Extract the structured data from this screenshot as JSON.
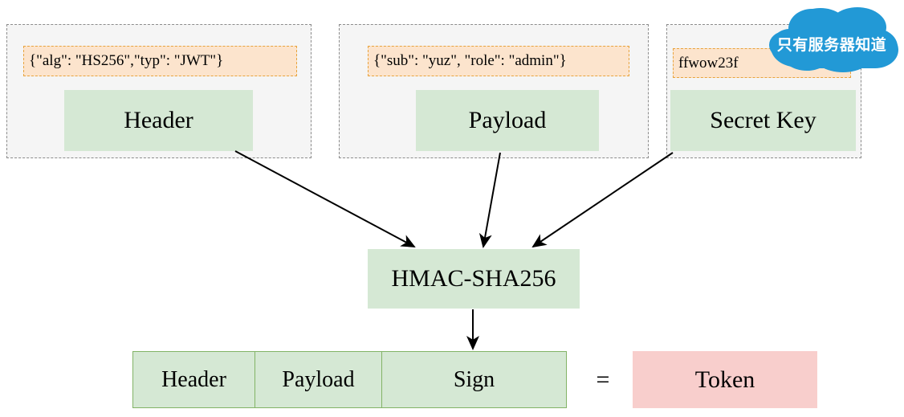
{
  "diagram": {
    "title": "JWT token generation flow",
    "colors": {
      "green_fill": "#d5e8d4",
      "green_stroke": "#82b366",
      "orange_fill": "#fce4cd",
      "orange_stroke": "#e8a33d",
      "pink_fill": "#f8cecc",
      "group_fill": "#f5f5f5",
      "group_stroke": "#8c8c8c",
      "cloud_fill": "#2299d6",
      "arrow_color": "#000000"
    },
    "groups": [
      {
        "name": "header-group",
        "json_text": "{\"alg\": \"HS256\",\"typ\": \"JWT\"}",
        "box_label": "Header"
      },
      {
        "name": "payload-group",
        "json_text": "{\"sub\": \"yuz\", \"role\": \"admin\"}",
        "box_label": "Payload"
      },
      {
        "name": "secret-group",
        "json_text": "ffwow23f",
        "box_label": "Secret Key"
      }
    ],
    "cloud": {
      "label": "只有服务器知道"
    },
    "algorithm": {
      "label": "HMAC-SHA256"
    },
    "token_row": {
      "cells": [
        "Header",
        "Payload",
        "Sign"
      ],
      "equals": "=",
      "result_label": "Token"
    }
  }
}
